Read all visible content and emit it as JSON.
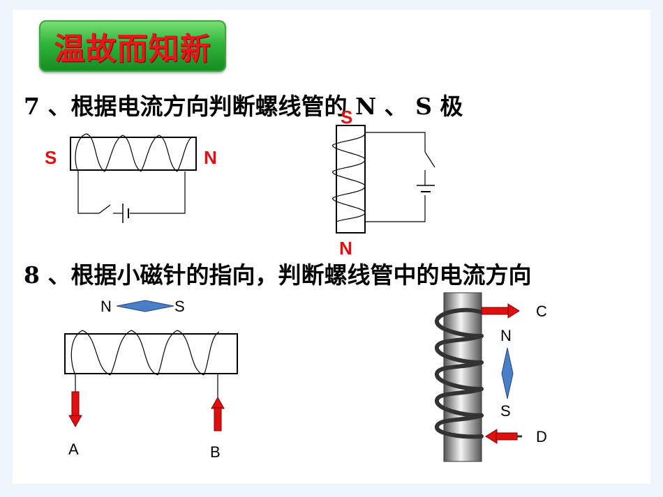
{
  "title": "温故而知新",
  "q7": {
    "text": "7 、根据电流方向判断螺线管的 N 、 S 极",
    "fig1": {
      "left_pole": "S",
      "right_pole": "N"
    },
    "fig2": {
      "top_pole": "S",
      "bottom_pole": "N"
    }
  },
  "q8": {
    "text": "8 、根据小磁针的指向，判断螺线管中的电流方向",
    "fig3": {
      "needle_left": "N",
      "needle_right": "S",
      "label_a": "A",
      "label_b": "B"
    },
    "fig4": {
      "needle_top": "N",
      "needle_bottom": "S",
      "label_c": "C",
      "label_d": "D"
    }
  },
  "colors": {
    "pole_red": "#e01010",
    "arrow_red": "#e01010",
    "needle_blue": "#4a7fc8",
    "title_green": "#2fb53a"
  }
}
